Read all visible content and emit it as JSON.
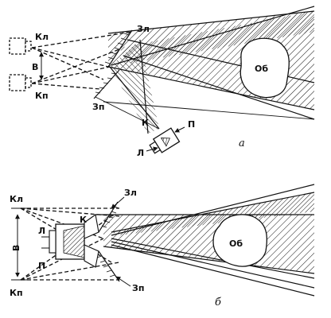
{
  "labels": {
    "a": {
      "K_l": "Кл",
      "K_p": "Кп",
      "B": "В",
      "Z_l": "Зл",
      "Z_p": "Зп",
      "K": "К",
      "P": "П",
      "L": "Л",
      "Ob": "Об",
      "panel": "а"
    },
    "b": {
      "K_l": "Кл",
      "K_p": "Кп",
      "B": "В",
      "L": "Л",
      "K": "К",
      "P": "П",
      "Z_l": "Зл",
      "Z_p": "Зп",
      "Ob": "Об",
      "panel": "б"
    }
  },
  "colors": {
    "ink": "#111111",
    "paper": "#ffffff"
  }
}
